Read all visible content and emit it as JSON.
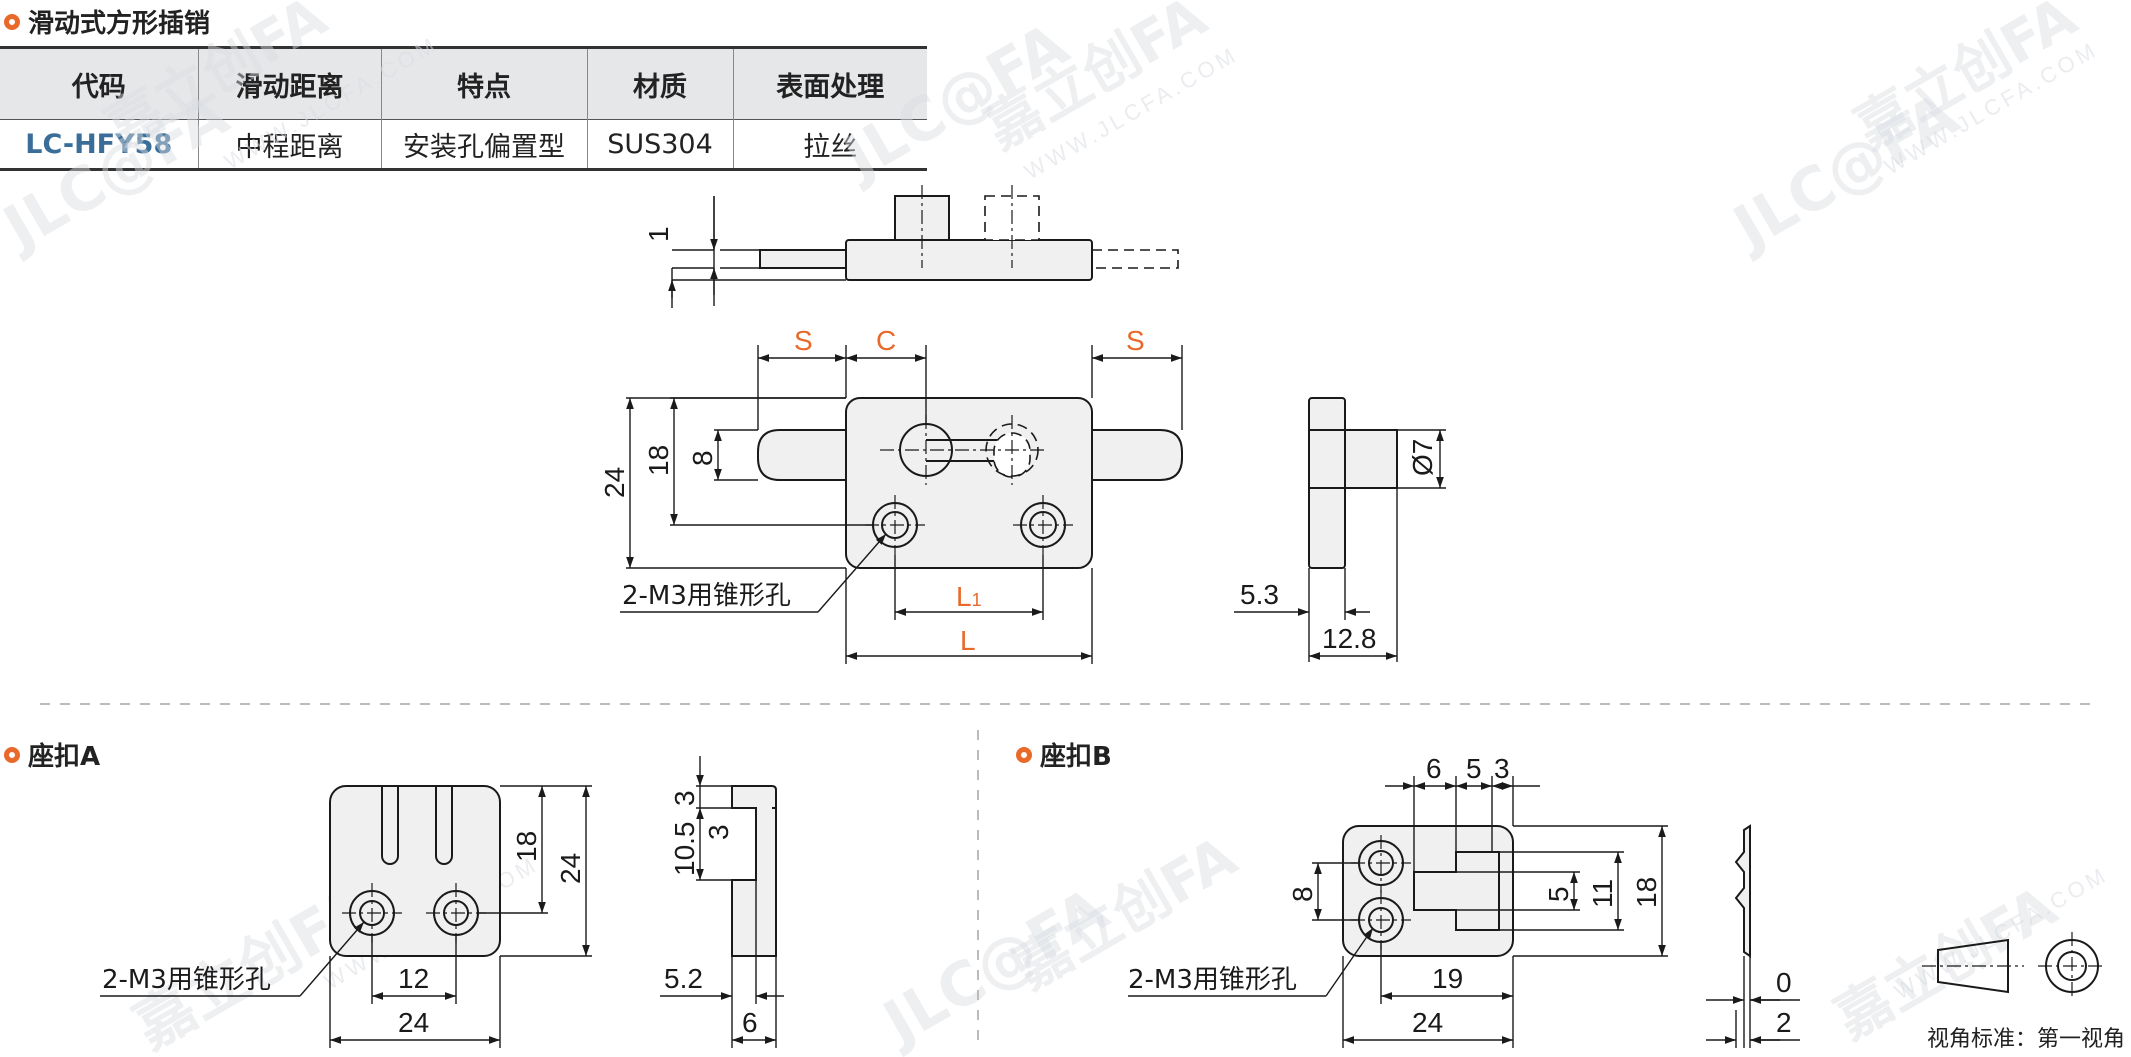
{
  "sections": {
    "main": "滑动式方形插销",
    "seat_a": "座扣A",
    "seat_b": "座扣B"
  },
  "table": {
    "headers": [
      "代码",
      "滑动距离",
      "特点",
      "材质",
      "表面处理"
    ],
    "row": [
      "LC-HFY58",
      "中程距离",
      "安装孔偏置型",
      "SUS304",
      "拉丝"
    ]
  },
  "watermark": {
    "brand": "JLC@FA",
    "cn": "嘉立创FA",
    "url": "WWW.JLCFA.COM"
  },
  "dims": {
    "side_top_1": "1",
    "front_S": "S",
    "front_C": "C",
    "front_24": "24",
    "front_18": "18",
    "front_8": "8",
    "front_L1": "L",
    "front_L1_sub": "1",
    "front_L": "L",
    "hole_note": "2-M3用锥形孔",
    "right_d7": "Ø7",
    "right_5_3": "5.3",
    "right_12_8": "12.8",
    "a_18": "18",
    "a_24v": "24",
    "a_12": "12",
    "a_24h": "24",
    "a_3": "3",
    "a_10_5": "10.5",
    "a_side_3": "3",
    "a_5_2": "5.2",
    "a_6": "6",
    "b_6": "6",
    "b_5": "5",
    "b_3": "3",
    "b_8": "8",
    "b_5v": "5",
    "b_11": "11",
    "b_18": "18",
    "b_19": "19",
    "b_24": "24",
    "b_0": "0",
    "b_2": "2"
  },
  "view_standard": "视角标准：第一视角",
  "colors": {
    "accent": "#e8692a",
    "code_text": "#3a6e99",
    "header_bg": "#e6e7e9"
  }
}
